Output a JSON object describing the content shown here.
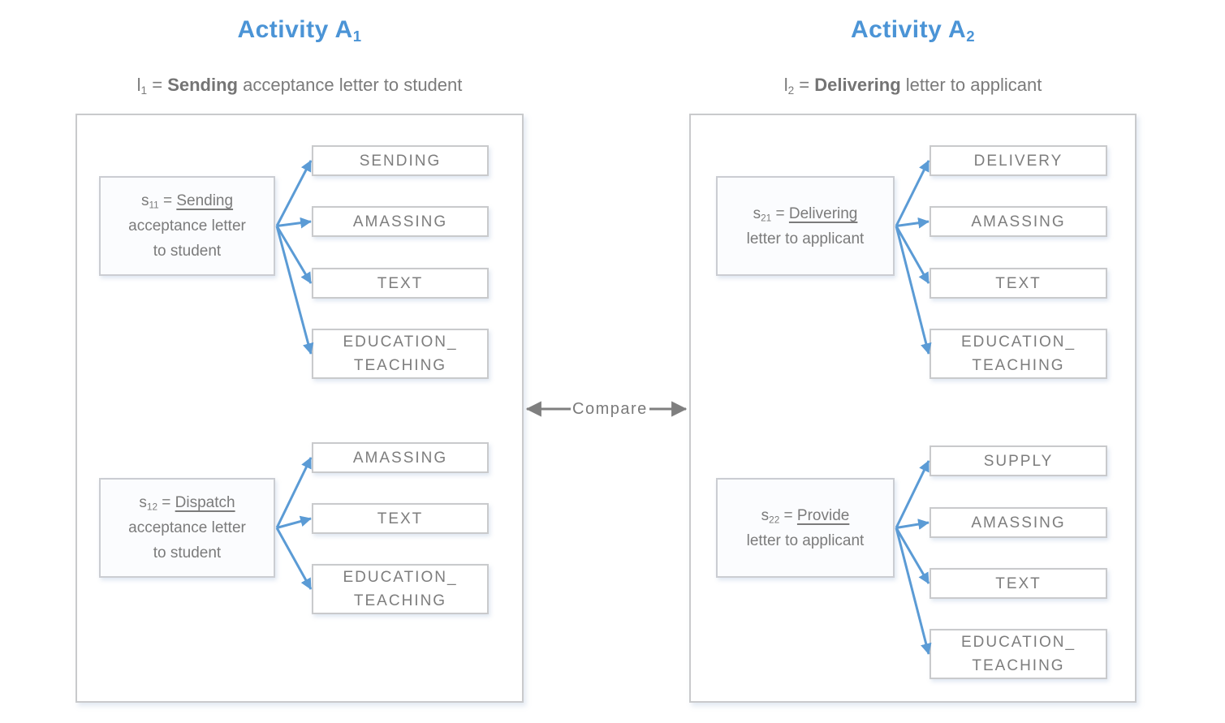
{
  "colors": {
    "title_blue": "#4B94D6",
    "arrow_blue": "#5B9BD5",
    "arrow_gray": "#7F7F7F",
    "text_gray": "#7B7B7B",
    "border_gray": "#C9CACC"
  },
  "compare": {
    "label": "Compare"
  },
  "panels": [
    {
      "title": {
        "text": "Activity A",
        "subscript": "1"
      },
      "subtitle": {
        "prefix": "l",
        "subscript": "1",
        "equals": "=",
        "bold": "Sending",
        "rest": "acceptance letter to student"
      },
      "groups": [
        {
          "source": {
            "prefix": "s",
            "subscript": "11",
            "equals": "=",
            "keyword": "Sending",
            "rest": "acceptance letter\nto student"
          },
          "categories": [
            "SENDING",
            "AMASSING",
            "TEXT",
            "EDUCATION_\nTEACHING"
          ]
        },
        {
          "source": {
            "prefix": "s",
            "subscript": "12",
            "equals": "=",
            "keyword": "Dispatch",
            "rest": "acceptance letter\nto student"
          },
          "categories": [
            "AMASSING",
            "TEXT",
            "EDUCATION_\nTEACHING"
          ]
        }
      ]
    },
    {
      "title": {
        "text": "Activity A",
        "subscript": "2"
      },
      "subtitle": {
        "prefix": "l",
        "subscript": "2",
        "equals": "=",
        "bold": "Delivering",
        "rest": "letter to applicant"
      },
      "groups": [
        {
          "source": {
            "prefix": "s",
            "subscript": "21",
            "equals": "=",
            "keyword": "Delivering",
            "rest": "letter to applicant"
          },
          "categories": [
            "DELIVERY",
            "AMASSING",
            "TEXT",
            "EDUCATION_\nTEACHING"
          ]
        },
        {
          "source": {
            "prefix": "s",
            "subscript": "22",
            "equals": "=",
            "keyword": "Provide",
            "rest": "letter to applicant"
          },
          "categories": [
            "SUPPLY",
            "AMASSING",
            "TEXT",
            "EDUCATION_\nTEACHING"
          ]
        }
      ]
    }
  ]
}
